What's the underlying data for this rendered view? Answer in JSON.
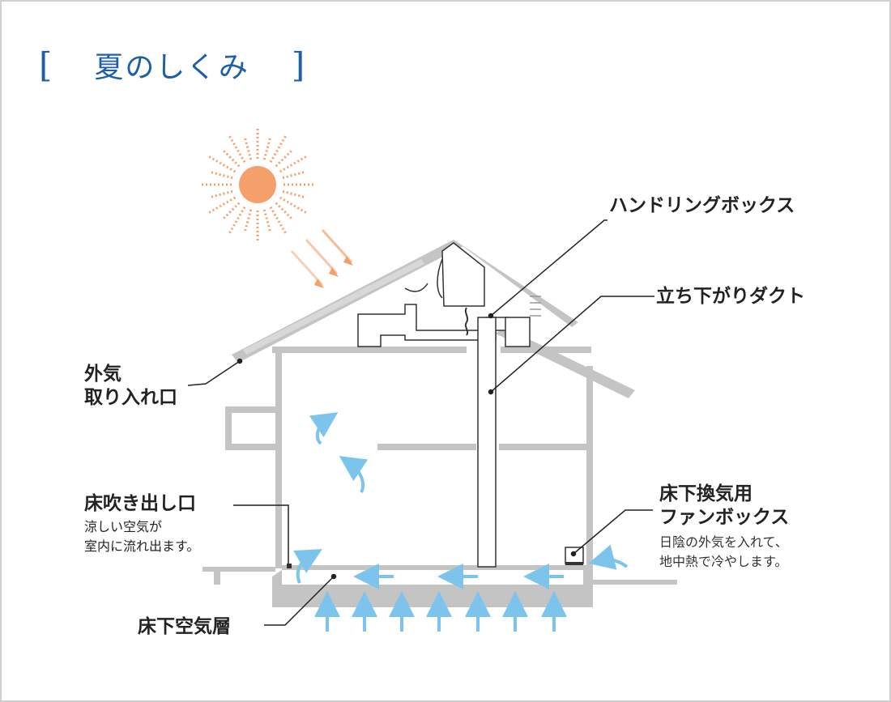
{
  "title": "夏のしくみ",
  "title_open": "[",
  "title_close": "]",
  "labels": {
    "handling_box": "ハンドリングボックス",
    "duct": "立ち下がりダクト",
    "outside_air_1": "外気",
    "outside_air_2": "取り入れ口",
    "floor_outlet": "床吹き出し口",
    "floor_outlet_desc_1": "涼しい空気が",
    "floor_outlet_desc_2": "室内に流れ出ます。",
    "fan_box_1": "床下換気用",
    "fan_box_2": "ファンボックス",
    "fan_box_desc_1": "日陰の外気を入れて、",
    "fan_box_desc_2": "地中熱で冷やします。",
    "underfloor_layer": "床下空気層"
  },
  "colors": {
    "sun": "#f5a06a",
    "air_arrow": "#7cc4ec",
    "wall": "#c4c4c4",
    "title": "#1f5fa8",
    "line": "#222222"
  }
}
